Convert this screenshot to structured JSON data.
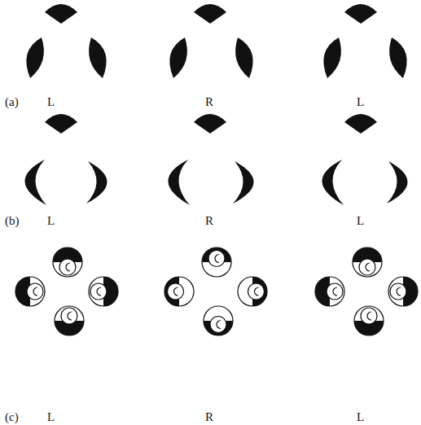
{
  "diagram": {
    "labels": [
      "(a)",
      "L",
      "R",
      "L",
      "(b)",
      "L",
      "R",
      "L",
      "(c)",
      "L",
      "R",
      "L"
    ]
  }
}
